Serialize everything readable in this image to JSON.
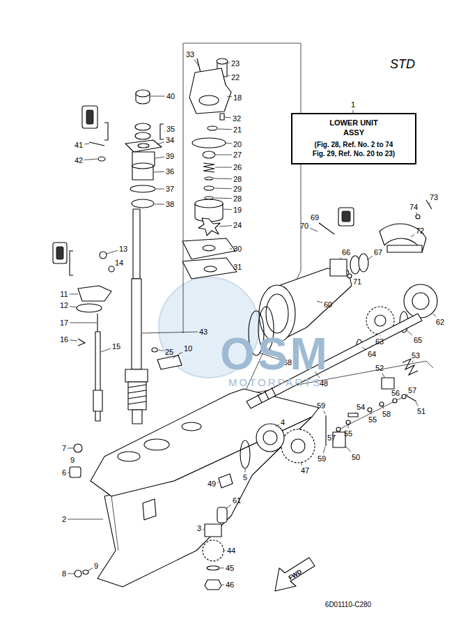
{
  "diagram": {
    "nodes": [
      {
        "text": [
          "LOWER UNIT ASSY",
          "(Fig. 28, Ref. No. 2 to 74 Fig. 29, Ref. No. 20 to 23)"
        ]
      }
    ],
    "labels": [
      "STD",
      "1",
      "33",
      "23",
      "22",
      "18",
      "32",
      "21",
      "20",
      "27",
      "26",
      "28",
      "29",
      "28",
      "19",
      "24",
      "30",
      "31",
      "40",
      "35",
      "34",
      "39",
      "36",
      "37",
      "38",
      "41",
      "42",
      "13",
      "14",
      "11",
      "12",
      "17",
      "16",
      "15",
      "43",
      "25",
      "10",
      "7",
      "9",
      "6",
      "2",
      "8",
      "9",
      "69",
      "70",
      "73",
      "74",
      "72",
      "67",
      "66",
      "71",
      "60",
      "68",
      "62",
      "65",
      "63",
      "64",
      "48",
      "53",
      "52",
      "51",
      "57",
      "56",
      "58",
      "55",
      "54",
      "55",
      "57",
      "59",
      "59",
      "50",
      "47",
      "4",
      "5",
      "49",
      "61",
      "3",
      "44",
      "45",
      "46",
      "FWD",
      "6D01110-C280",
      "OSM",
      "MOTORPARTS"
    ]
  }
}
